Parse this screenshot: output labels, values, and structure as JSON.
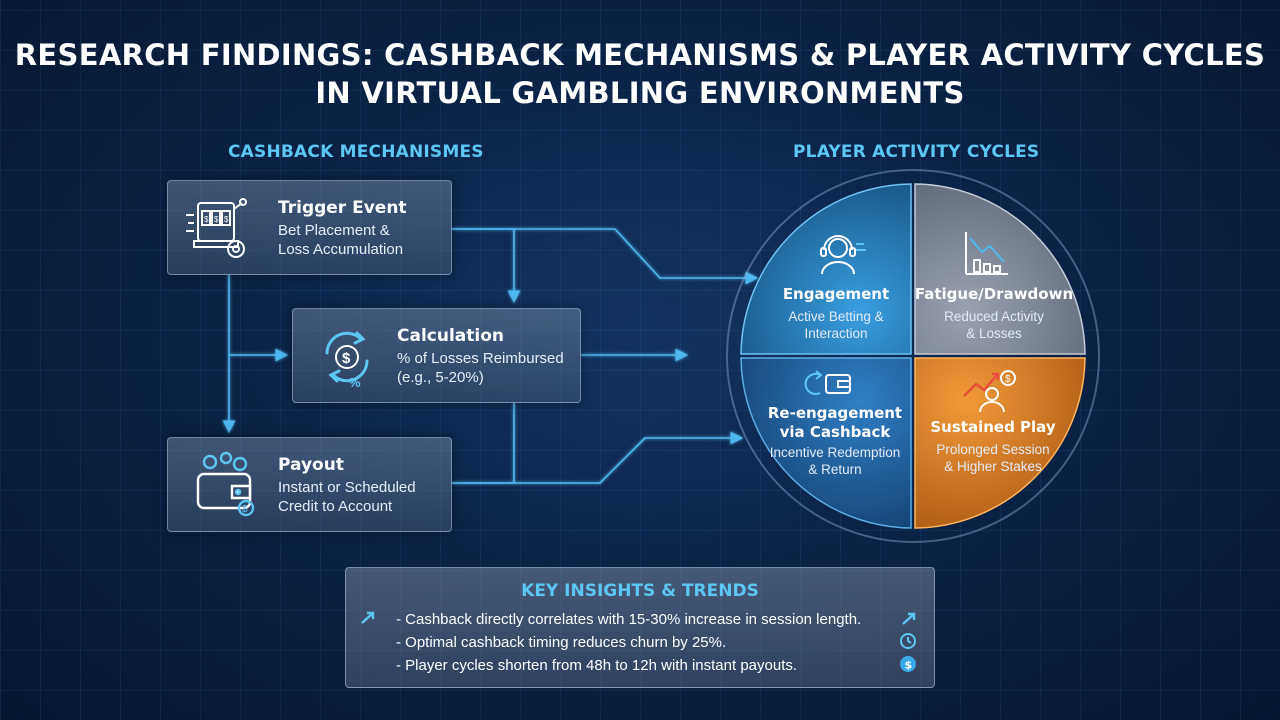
{
  "title": "RESEARCH FINDINGS: CASHBACK MECHANISMS & PLAYER ACTIVITY CYCLES IN VIRTUAL GAMBLING ENVIRONMENTS",
  "left_heading": "CASHBACK MECHANISMES",
  "right_heading": "PLAYER ACTIVITY CYCLES",
  "cards": {
    "trigger": {
      "title": "Trigger Event",
      "desc_line1": "Bet Placement &",
      "desc_line2": "Loss Accumulation",
      "icon": "slot-machine-icon"
    },
    "calculation": {
      "title": "Calculation",
      "desc_line1": "% of Losses Reimbursed",
      "desc_line2": "(e.g., 5-20%)",
      "icon": "refresh-dollar-icon"
    },
    "payout": {
      "title": "Payout",
      "desc_line1": "Instant or Scheduled",
      "desc_line2": "Credit to Account",
      "icon": "wallet-icon"
    }
  },
  "cycle": {
    "engagement": {
      "title": "Engagement",
      "desc_line1": "Active Betting &",
      "desc_line2": "Interaction",
      "icon": "headset-user-icon"
    },
    "fatigue": {
      "title": "Fatigue/Drawdown",
      "desc_line1": "Reduced Activity",
      "desc_line2": "& Losses",
      "icon": "declining-chart-icon"
    },
    "reengagement": {
      "title_line1": "Re-engagement",
      "title_line2": "via Cashback",
      "desc_line1": "Incentive Redemption",
      "desc_line2": "& Return",
      "icon": "wallet-return-icon"
    },
    "sustained": {
      "title": "Sustained Play",
      "desc_line1": "Prolonged Session",
      "desc_line2": "& Higher Stakes",
      "icon": "growth-user-icon"
    }
  },
  "insights": {
    "title": "KEY INSIGHTS & TRENDS",
    "items": [
      "- Cashback directly correlates with 15-30% increase in session length.",
      "- Optimal cashback timing reduces churn by 25%.",
      "- Player cycles shorten from 48h to 12h with instant payouts."
    ]
  },
  "colors": {
    "accent": "#5cc6f5",
    "engagement": "#2a84cc",
    "fatigue": "#8a93a3",
    "reengagement": "#2566a6",
    "sustained": "#e8892a"
  }
}
